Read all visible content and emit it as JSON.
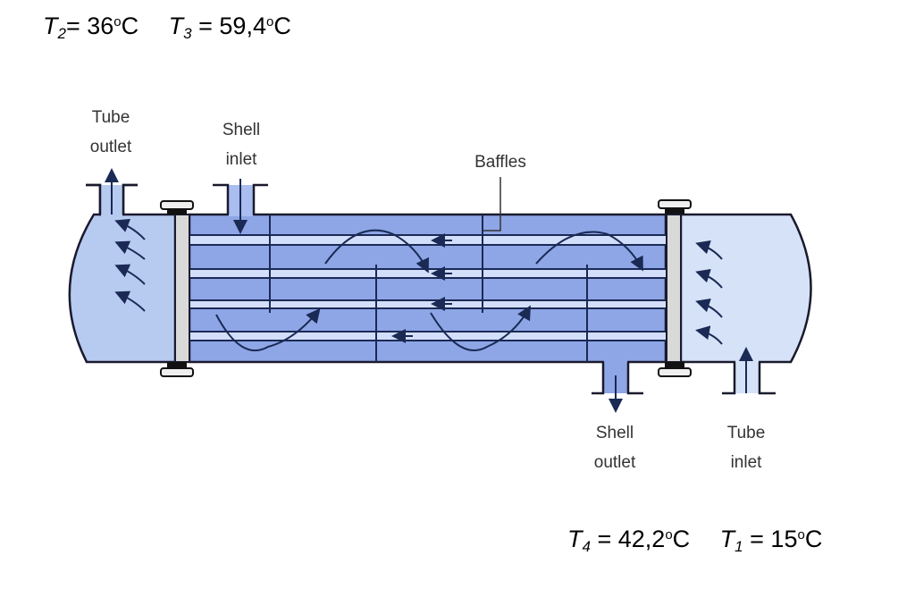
{
  "top_temperatures": [
    {
      "symbol": "T",
      "subscript": "2",
      "equals": "= ",
      "value": "36",
      "degree": "o",
      "unit": "C"
    },
    {
      "symbol": "T",
      "subscript": "3",
      "equals": " = ",
      "value": "59,4",
      "degree": "o",
      "unit": "C"
    }
  ],
  "bottom_temperatures": [
    {
      "symbol": "T",
      "subscript": "4",
      "equals": " = ",
      "value": "42,2",
      "degree": "o",
      "unit": "C"
    },
    {
      "symbol": "T",
      "subscript": "1",
      "equals": " = ",
      "value": "15",
      "degree": "o",
      "unit": "C"
    }
  ],
  "diagram": {
    "labels": {
      "tube_outlet": [
        "Tube",
        "outlet"
      ],
      "shell_inlet": [
        "Shell",
        "inlet"
      ],
      "baffles": "Baffles",
      "shell_outlet": [
        "Shell",
        "outlet"
      ],
      "tube_inlet": [
        "Tube",
        "inlet"
      ]
    },
    "colors": {
      "shell_fluid": "#8ea6e6",
      "left_head": "#b7caf0",
      "right_head": "#d6e2f7",
      "tube": "#d3defa",
      "outline": "#1a1a2e",
      "tube_sheet": "#d9d9d9"
    }
  }
}
